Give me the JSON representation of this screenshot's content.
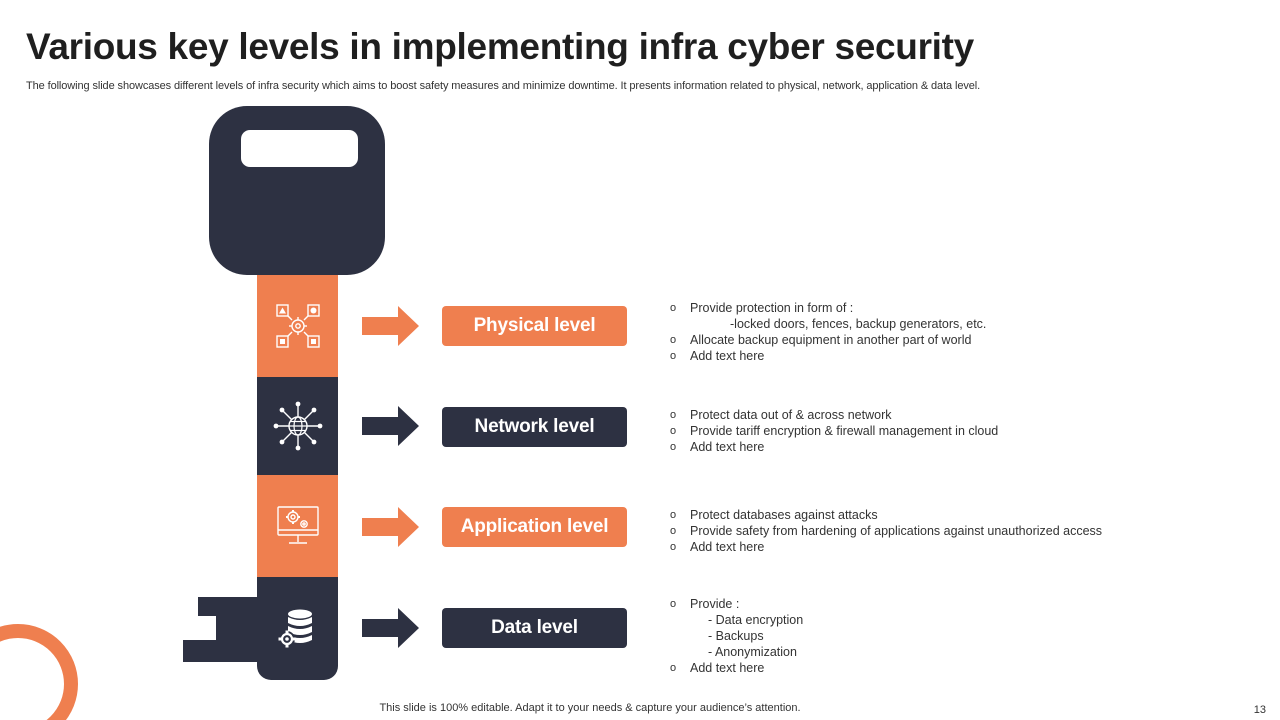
{
  "slide": {
    "title": "Various key levels in implementing infra cyber security",
    "subtitle": "The following slide showcases different levels of infra security which aims to boost safety measures and minimize downtime. It presents information related to physical, network, application & data level.",
    "footer": "This slide is 100% editable. Adapt it to your needs & capture your audience’s attention.",
    "page_number": "13"
  },
  "colors": {
    "accent": "#ef7f4f",
    "dark": "#2d3142"
  },
  "bullet_glyph": "o",
  "levels": [
    {
      "label": "Physical level",
      "icon": "security-grid-icon",
      "color": "orange",
      "lines": [
        {
          "text": "Provide  protection in form  of :",
          "bullet": true
        },
        {
          "text": "-locked doors, fences,  backup generators,  etc.",
          "bullet": false
        },
        {
          "text": "Allocate backup equipment  in another  part of world",
          "bullet": true
        },
        {
          "text": "Add text here",
          "bullet": true
        }
      ]
    },
    {
      "label": "Network level",
      "icon": "network-globe-icon",
      "color": "navy",
      "lines": [
        {
          "text": "Protect data out of & across network",
          "bullet": true
        },
        {
          "text": "Provide  tariff encryption & firewall  management  in cloud",
          "bullet": true
        },
        {
          "text": "Add text here",
          "bullet": true
        }
      ]
    },
    {
      "label": "Application level",
      "icon": "monitor-gear-icon",
      "color": "orange",
      "lines": [
        {
          "text": "Protect databases against  attacks",
          "bullet": true
        },
        {
          "text": "Provide  safety from hardening of applications against unauthorized  access",
          "bullet": true
        },
        {
          "text": "Add text here",
          "bullet": true
        }
      ]
    },
    {
      "label": "Data level",
      "icon": "database-gear-icon",
      "color": "navy",
      "lines": [
        {
          "text": "Provide   :",
          "bullet": true
        },
        {
          "text": "- Data encryption",
          "bullet": false
        },
        {
          "text": "- Backups",
          "bullet": false
        },
        {
          "text": "- Anonymization",
          "bullet": false
        },
        {
          "text": "Add text here",
          "bullet": true
        }
      ]
    }
  ]
}
